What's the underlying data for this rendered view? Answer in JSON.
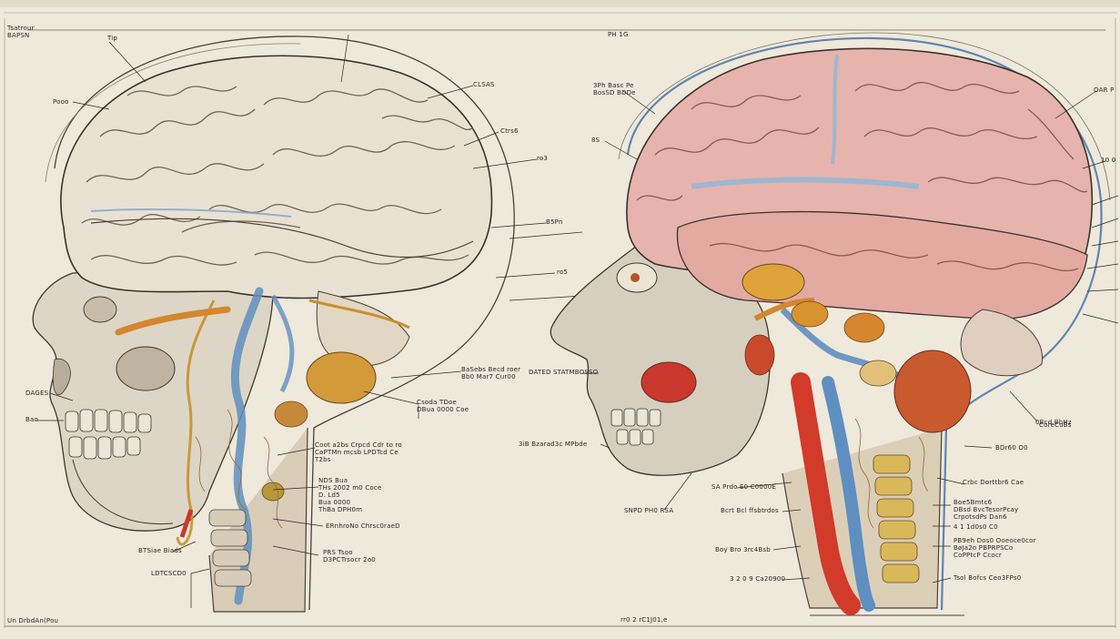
{
  "header": {
    "left_caption": "Tsatrour\nBAPSN",
    "left_head_mark": "Tip",
    "right_head_mark": "PH 1G"
  },
  "footer": {
    "left_caption": "Un DrbdAn(Pou",
    "center_caption": "rr0 2 rC1J01,e"
  },
  "left_head_labels": [
    "CLSAS",
    "Ctrs6",
    "ro3",
    "B5Pn",
    "ro5",
    "Pooo",
    "DAGES",
    "Bao",
    "BaSebs Becd roer\nBb0 Mar7 Cur00",
    "Csoda TDoe\nDBua 0000 Coe",
    "Coot a2bs Crpcd Cdr to ro\nCoPTMn mcsb LPDTcd Ce\nT2bs",
    "NDS Bua\nTHs 2002 m0 Coce\nD. Ld5\nBua 0000\nThBa DPH0m",
    "ERnhroNo Chrsc0raeD",
    "PRS Tsoo\nD3PCTrsocr 2o0",
    "BTSiae Biads",
    "LDTCSCD0"
  ],
  "right_head_labels": [
    "3Ph Basc Pe\nBosSD BDDe",
    "8S",
    "DATED STATMBOSSO",
    "3iB Bzarad3c MPbde",
    "SNPD PH0 RSA",
    "SA Prdo E0 C0000E",
    "Bcrt Bcl ffsbtrdos",
    "Boy Bro 3rc4Bsb",
    "3 2 0 9 Ca20900",
    "OAR P",
    "10 0",
    "0Bcd BbHz",
    "CoreCuBs",
    "BDr60 O0",
    "Crbc Dorttbr6 Cae",
    "Boe5Bmtc6\nDBsd BvcTesorPcay\nCrpotsdPs Dan6",
    "4 1 1d0s0 C0",
    "PB9eh Dos0 Ooeoce0cor\nBøJa2o PBPRPSCo\nCoPPtcP Ccocr",
    "Tsol Bofcs Ceo3FPs0"
  ],
  "colors": {
    "paper": "#efe9dc",
    "ink": "#2b2620",
    "bone": "#ddd6c6",
    "brain_left": "#e9e2d2",
    "brain_right": "#e6b4ad",
    "vessel_blue": "#5f8fc0",
    "vessel_red": "#d23a2a",
    "gland_orange": "#d6862e"
  }
}
